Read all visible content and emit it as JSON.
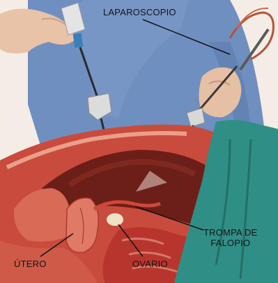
{
  "labels": {
    "laparoscopio": "LAPAROSCOPIO",
    "trompa_line1": "TROMPA DE",
    "trompa_line2": "FALOPIO",
    "utero": "ÚTERO",
    "ovario": "OVARIO"
  },
  "colors": {
    "gown_blue": "#6f8fc0",
    "glove_skin": "#e8c3a8",
    "drape_teal": "#2f8f86",
    "tissue_red": "#b8352d",
    "cavity_dark": "#6b1f18",
    "leader_line": "#141414"
  }
}
